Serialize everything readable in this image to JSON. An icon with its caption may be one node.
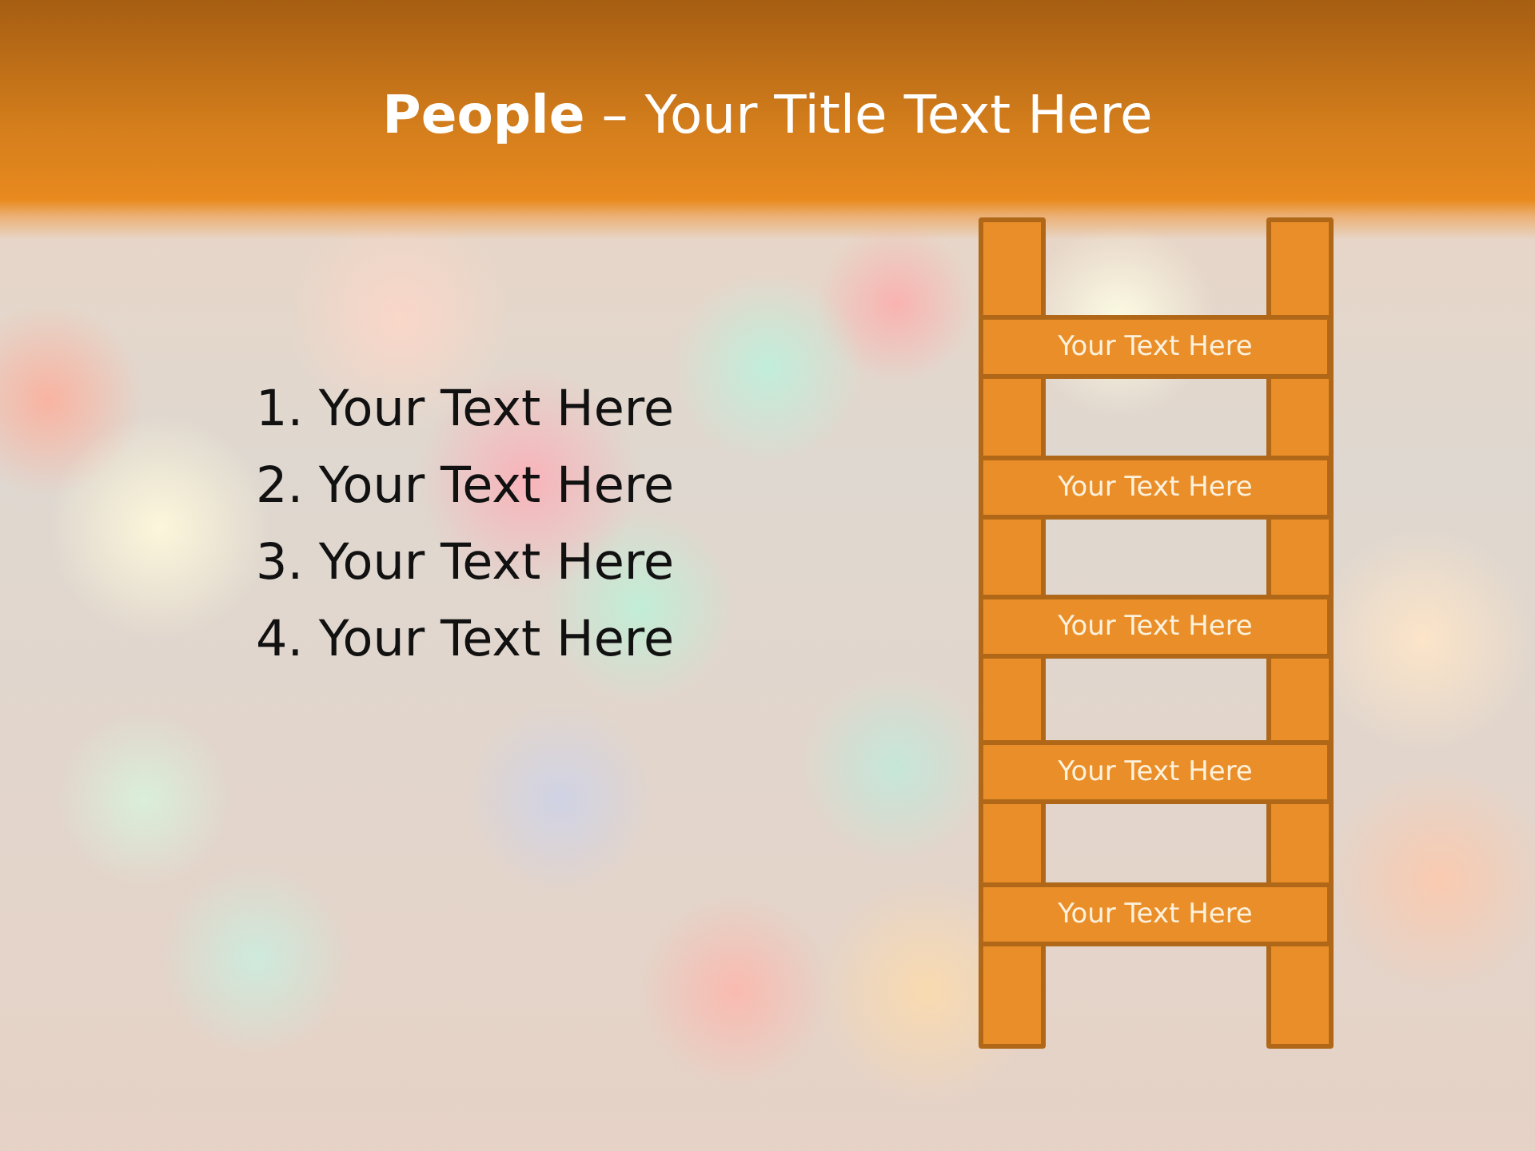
{
  "diagram": {
    "title": "**People** – Your Title Text Here",
    "nodes": [
      {
        "text": [],
        "shape": "bar"
      },
      {
        "text": [],
        "shape": "bar"
      },
      {
        "text": [
          "Your Text Here"
        ]
      },
      {
        "text": [
          "Your Text Here"
        ]
      },
      {
        "text": [
          "Your Text Here"
        ]
      },
      {
        "text": [
          "Your Text Here"
        ]
      },
      {
        "text": [
          "Your Text Here"
        ]
      }
    ],
    "labels": [
      "1. Your Text Here",
      "2. Your Text Here",
      "3. Your Text Here",
      "4. Your Text Here"
    ]
  }
}
